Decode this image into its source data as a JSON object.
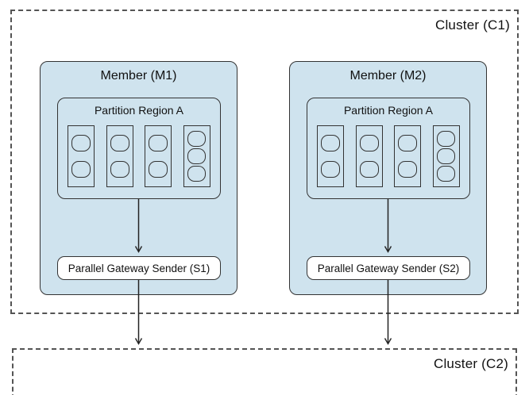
{
  "diagram": {
    "cluster1": {
      "label": "Cluster (C1)"
    },
    "cluster2": {
      "label": "Cluster (C2)"
    },
    "members": [
      {
        "label": "Member (M1)",
        "region": {
          "label": "Partition Region A",
          "buckets": [
            2,
            2,
            2,
            3
          ]
        },
        "sender": {
          "label": "Parallel Gateway Sender (S1)"
        }
      },
      {
        "label": "Member (M2)",
        "region": {
          "label": "Partition Region A",
          "buckets": [
            2,
            2,
            2,
            3
          ]
        },
        "sender": {
          "label": "Parallel Gateway Sender (S2)"
        }
      }
    ],
    "colors": {
      "member_fill": "#cfe3ee",
      "solid_border": "#333333",
      "dashed_border": "#545454",
      "sender_fill": "#ffffff",
      "arrow": "#222222",
      "text": "#111111"
    }
  }
}
